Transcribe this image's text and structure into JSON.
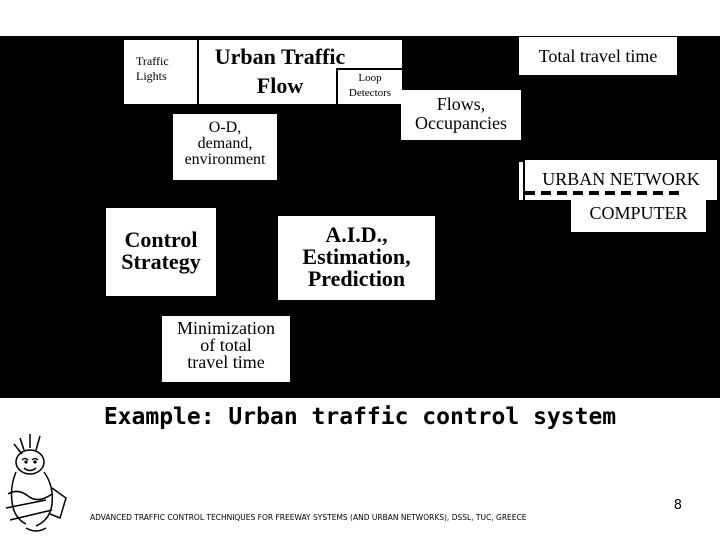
{
  "diagram": {
    "urban_traffic_flow": {
      "traffic_lights": [
        "Traffic",
        "Lights"
      ],
      "title": [
        "Urban Traffic",
        "Flow"
      ],
      "loop_detectors": [
        "Loop",
        "Detectors"
      ]
    },
    "total_travel_time": "Total travel time",
    "flows_occupancies": [
      "Flows,",
      "Occupancies"
    ],
    "od_demand": [
      "O-D,",
      "demand,",
      "environment"
    ],
    "urban_network": "URBAN NETWORK",
    "computer": "COMPUTER",
    "control_strategy": [
      "Control",
      "Strategy"
    ],
    "aid_estimation": [
      "A.I.D.,",
      "Estimation,",
      "Prediction"
    ],
    "minimization": [
      "Minimization",
      "of total",
      "travel time"
    ]
  },
  "caption": "Example: Urban traffic control system",
  "page_number": "8",
  "footer": "ADVANCED TRAFFIC CONTROL TECHNIQUES FOR FREEWAY SYSTEMS (AND URBAN NETWORKS), DSSL, TUC, GREECE",
  "colors": {
    "background": "#000000",
    "box": "#ffffff",
    "text": "#000000"
  }
}
